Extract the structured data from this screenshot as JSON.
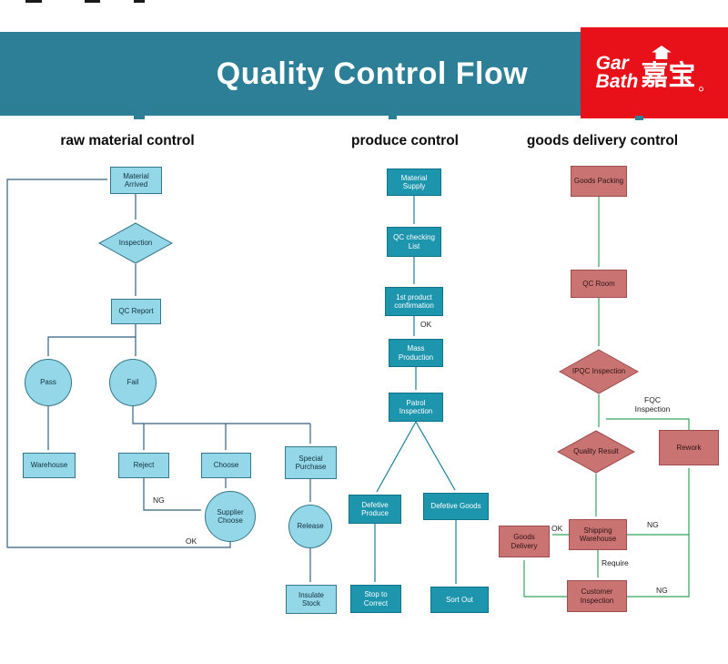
{
  "header": {
    "title": "Quality Control Flow"
  },
  "logo": {
    "word_top": "Gar",
    "word_bottom": "Bath",
    "cjk": "嘉宝",
    "dot": "。"
  },
  "columns": {
    "raw": "raw material control",
    "produce": "produce control",
    "delivery": "goods delivery control"
  },
  "nodes": {
    "material_arrived": "Material Arrived",
    "inspection": "Inspection",
    "qc_report": "QC Report",
    "pass": "Pass",
    "fail": "Fail",
    "warehouse": "Warehouse",
    "reject": "Reject",
    "choose": "Choose",
    "special_purchase": "Special Purchase",
    "supplier_choose": "Supplier Choose",
    "release": "Release",
    "insulate_stock": "Insulate Stock",
    "material_supply": "Material Supply",
    "qc_checking_list": "QC checking List",
    "first_product_confirmation": "1st product confirmation",
    "mass_production": "Mass Production",
    "patrol_inspection": "Patrol Inspection",
    "defetive_produce": "Defetive Produce",
    "defetive_goods": "Defetive Goods",
    "stop_to_correct": "Stop to Correct",
    "sort_out": "Sort Out",
    "goods_packing": "Goods Packing",
    "qc_room": "QC Room",
    "ipqc_inspection": "IPQC Inspection",
    "quality_result": "Quality Result",
    "rework": "Rework",
    "shipping_warehouse": "Shipping Warehouse",
    "goods_delivery": "Goods Delivery",
    "customer_inspection": "Customer Inspection"
  },
  "edge_labels": {
    "ng_reject": "NG",
    "ok_loop": "OK",
    "ok_confirm": "OK",
    "fqc_inspection": "FQC Inspection",
    "ok_delivery": "OK",
    "ng_shipping": "NG",
    "require": "Require",
    "ng_customer": "NG"
  },
  "colors": {
    "header_teal": "#2d7f97",
    "logo_red": "#e8111a",
    "light_blue": "#94d7e8",
    "mid_teal": "#1d95ad",
    "rose": "#c97472",
    "arrow_left": "#33627f",
    "arrow_mid": "#1b7f96",
    "arrow_right": "#33a35c"
  }
}
